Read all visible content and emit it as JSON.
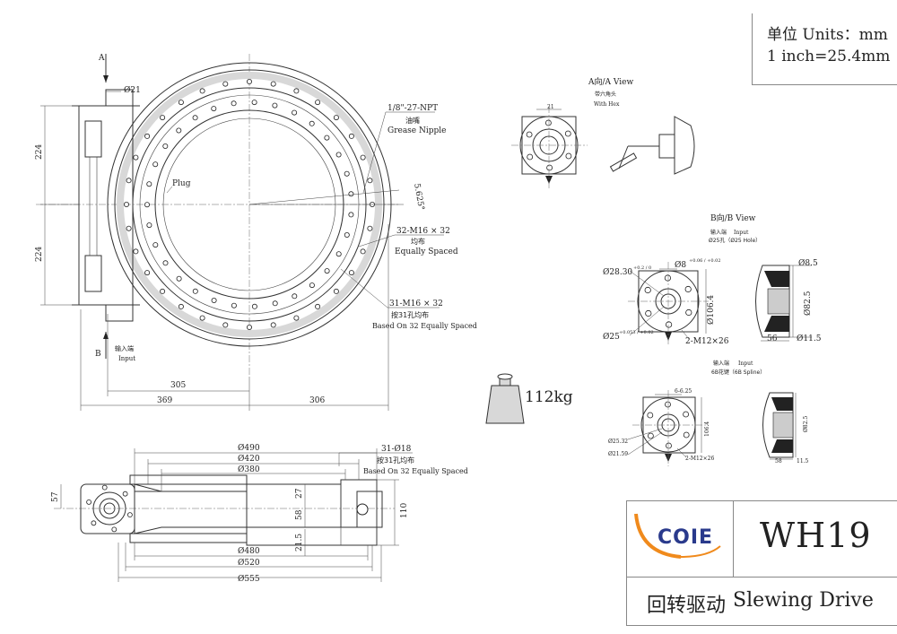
{
  "units": {
    "line1": "单位 Units：mm",
    "line2": "1 inch=25.4mm"
  },
  "title_block": {
    "brand": "COIE",
    "model": "WH19",
    "name_cn": "回转驱动",
    "name_en": "Slewing Drive"
  },
  "weight": "112kg",
  "top_view": {
    "arrow_a": "A",
    "arrow_b": "B",
    "bore_label": "Ø21",
    "dim_224_upper": "224",
    "dim_224_lower": "224",
    "dim_305": "305",
    "dim_369": "369",
    "dim_306": "306",
    "angle": "5.625°",
    "plug": "Plug",
    "input_cn": "输入端",
    "input_en": "Input",
    "grease_thread": "1/8\"-27-NPT",
    "grease_cn": "油嘴",
    "grease_en": "Grease Nipple",
    "outer_holes": "32-M16 × 32",
    "outer_holes_cn": "均布",
    "outer_holes_en": "Equally Spaced",
    "inner_holes": "31-M16 × 32",
    "inner_holes_cn": "按31孔均布",
    "inner_holes_en": "Based On 32 Equally Spaced"
  },
  "section_view": {
    "d490": "Ø490",
    "d420": "Ø420",
    "d380": "Ø380",
    "d480": "Ø480",
    "d520": "Ø520",
    "d555": "Ø555",
    "holes": "31-Ø18",
    "holes_cn": "按31孔均布",
    "holes_en": "Based On 32 Equally Spaced",
    "h57": "57",
    "h27": "27",
    "h58": "58",
    "h110": "110",
    "h21_5": "21.5"
  },
  "a_view": {
    "title": "A向/A View",
    "sub_cn": "带六角头",
    "sub_en": "With Hex",
    "dim": "21"
  },
  "b_view": {
    "title": "B向/B View",
    "input_cn": "输入端",
    "input_en": "Input",
    "hole_note": "Ø25孔（Ø25 Hole）",
    "d28_30": "Ø28.30",
    "d28_tol": "+0.2 / 0",
    "d8": "Ø8",
    "d8_tol": "+0.06 / +0.02",
    "d106_4": "Ø106.4",
    "d25": "Ø25",
    "d25_tol": "+0.053 / +0.02",
    "m12": "2-M12×26",
    "d8_5": "Ø8.5",
    "d82_5": "Ø82.5",
    "d56": "56",
    "d11_5": "Ø11.5"
  },
  "spline_view": {
    "input_cn": "输入端",
    "input_en": "Input",
    "spline_note": "6B花键（6B Spline）",
    "spline_dim": "6-6.25",
    "d106_4": "106.4",
    "d25_32": "Ø25.32",
    "d21_59": "Ø21.59",
    "m12": "2-M12×26",
    "d82_5": "Ø82.5",
    "d58": "58",
    "d11_5": "11.5"
  },
  "colors": {
    "line": "#333333",
    "logo_orange": "#f08a1c",
    "logo_blue": "#2a3a8c"
  }
}
